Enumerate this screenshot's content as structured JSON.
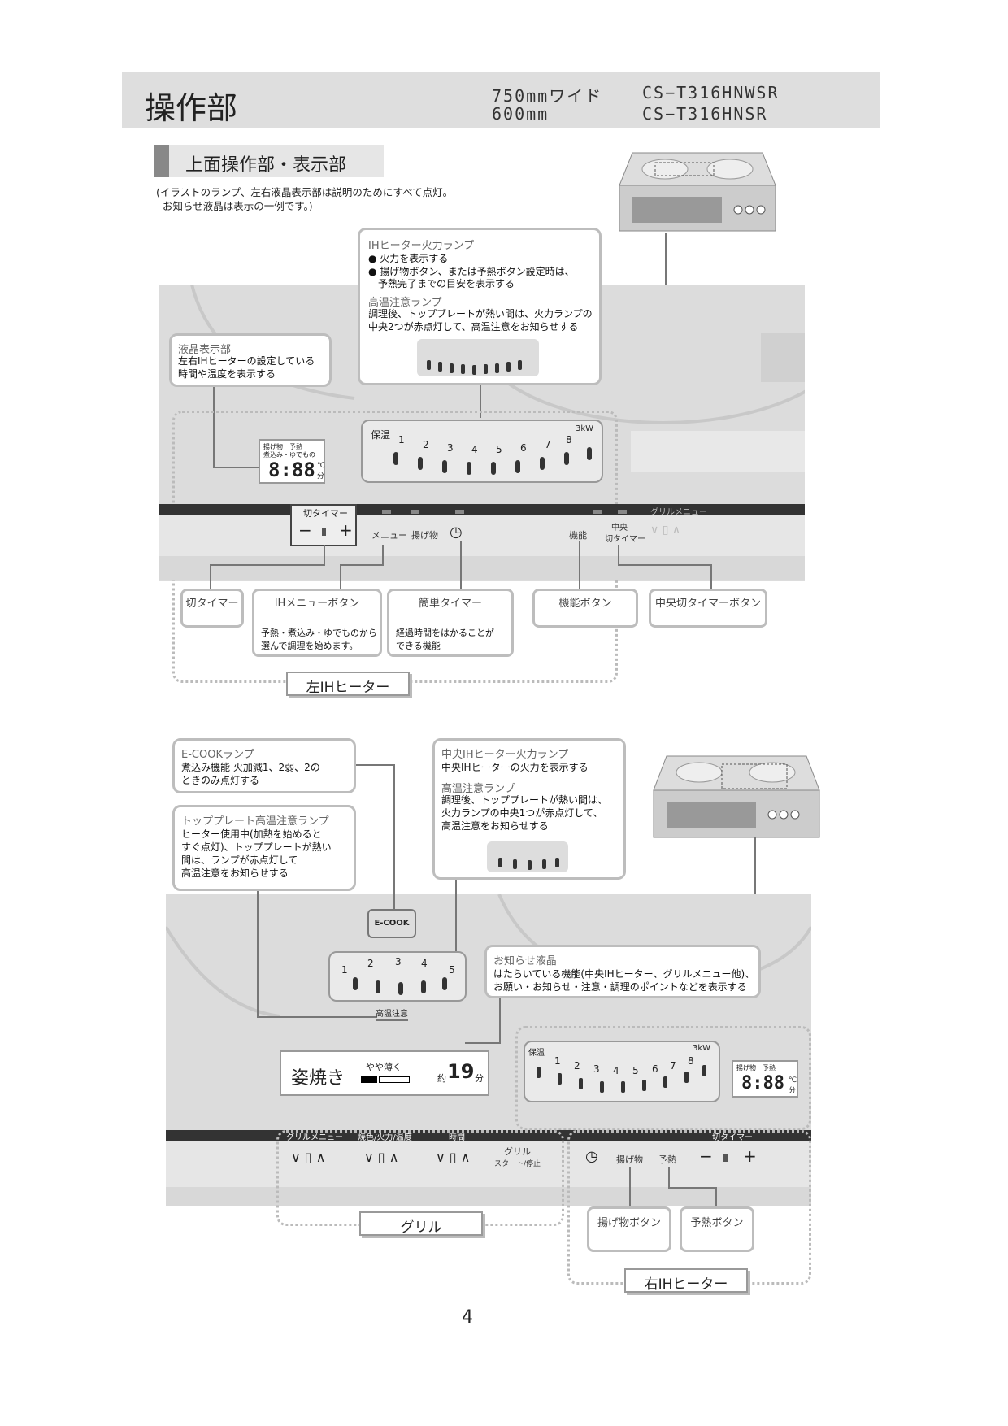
{
  "header": {
    "title": "操作部",
    "model_line1_size": "750mmワイド",
    "model_line1_code": "CS−T316HNWSR",
    "model_line2_size": "600mm",
    "model_line2_code": "CS−T316HNSR"
  },
  "section": {
    "title": "上面操作部・表示部",
    "note_line1": "(イラストのランプ、左右液晶表示部は説明のためにすべて点灯。",
    "note_line2": "お知らせ液晶は表示の一例です。)"
  },
  "top": {
    "ih_lamp": {
      "heading": "IHヒーター火力ランプ",
      "bullet1": "● 火力を表示する",
      "bullet2a": "● 揚げ物ボタン、または予熱ボタン設定時は、",
      "bullet2b": "予熱完了までの目安を表示する",
      "heading2": "高温注意ランプ",
      "body2a": "調理後、トップブレートが熱い間は、火力ランプの",
      "body2b": "中央2つが赤点灯して、高温注意をお知らせする"
    },
    "lcd_callout": {
      "heading": "液晶表示部",
      "body1": "左右IHヒーターの設定している",
      "body2": "時間や温度を表示する"
    },
    "lcd_display": {
      "line1": "揚げ物　予熱",
      "line2": "煮込み・ゆでもの",
      "digits": "8:88",
      "unit": "℃分"
    },
    "scale_labels": [
      "保温",
      "1",
      "2",
      "3",
      "4",
      "5",
      "6",
      "7",
      "8",
      "3kW"
    ],
    "buttons": {
      "timer_label": "切タイマー",
      "minus": "−",
      "plus": "+",
      "menu": "メニュー",
      "agemono": "揚げ物",
      "kansai_icon": "◷",
      "kinou": "機能",
      "chuou_timer1": "中央",
      "chuou_timer2": "切タイマー",
      "grill_menu": "グリルメニュー",
      "arrows": "∨ ▯ ∧"
    },
    "labels": {
      "timer": "切タイマー",
      "ih_menu": "IHメニューボタン",
      "ih_menu_desc1": "予熱・煮込み・ゆでものから",
      "ih_menu_desc2": "選んで調理を始めます。",
      "kantan": "簡単タイマー",
      "kantan_desc1": "経過時間をはかることが",
      "kantan_desc2": "できる機能",
      "kinou": "機能ボタン",
      "chuou": "中央切タイマーボタン",
      "left_heater": "左IHヒーター"
    }
  },
  "bottom": {
    "ecook_callout": {
      "heading": "E-COOKランプ",
      "body1": "煮込み機能 火加減1、2弱、2の",
      "body2": "ときのみ点灯する"
    },
    "topplate_callout": {
      "heading": "トッププレート高温注意ランプ",
      "body1": "ヒーター使用中(加熱を始めると",
      "body2": "すぐ点灯)、トッププレートが熱い",
      "body3": "間は、ランプが赤点灯して",
      "body4": "高温注意をお知らせする"
    },
    "center_callout": {
      "heading": "中央IHヒーター火力ランプ",
      "body1": "中央IHヒーターの火力を表示する",
      "heading2": "高温注意ランプ",
      "body2": "調理後、トッププレートが熱い間は、",
      "body3": "火力ランプの中央1つが赤点灯して、",
      "body4": "高温注意をお知らせする"
    },
    "oshirase_callout": {
      "heading": "お知らせ液晶",
      "body1": "はたらいている機能(中央IHヒーター、グリルメニュー他)、",
      "body2": "お願い・お知らせ・注意・調理のポイントなどを表示する"
    },
    "ecook_badge": "E-COOK",
    "center_scale": [
      "1",
      "2",
      "3",
      "4",
      "5"
    ],
    "kouon_label": "高温注意",
    "oshirase_lcd": {
      "dish": "姿焼き",
      "level_label": "やや薄く",
      "approx": "約",
      "minutes": "19",
      "unit": "分"
    },
    "right_scale": [
      "保温",
      "1",
      "2",
      "3",
      "4",
      "5",
      "6",
      "7",
      "8",
      "3kW"
    ],
    "right_lcd": {
      "line1": "揚げ物　予熱",
      "digits": "8:88",
      "unit": "℃分"
    },
    "strip": {
      "grill_menu": "グリルメニュー",
      "yakiiro": "焼色/火力/温度",
      "jikan": "時間",
      "timer": "切タイマー",
      "grill_start1": "グリル",
      "grill_start2": "スタート/停止",
      "agemono": "揚げ物",
      "yonetsu": "予熱",
      "arrows": "∨ ▯ ∧",
      "minus": "−",
      "plus": "+"
    },
    "labels": {
      "grill": "グリル",
      "agemono_btn": "揚げ物ボタン",
      "yonetsu_btn": "予熱ボタン",
      "right_heater": "右IHヒーター"
    }
  },
  "page_number": "4"
}
